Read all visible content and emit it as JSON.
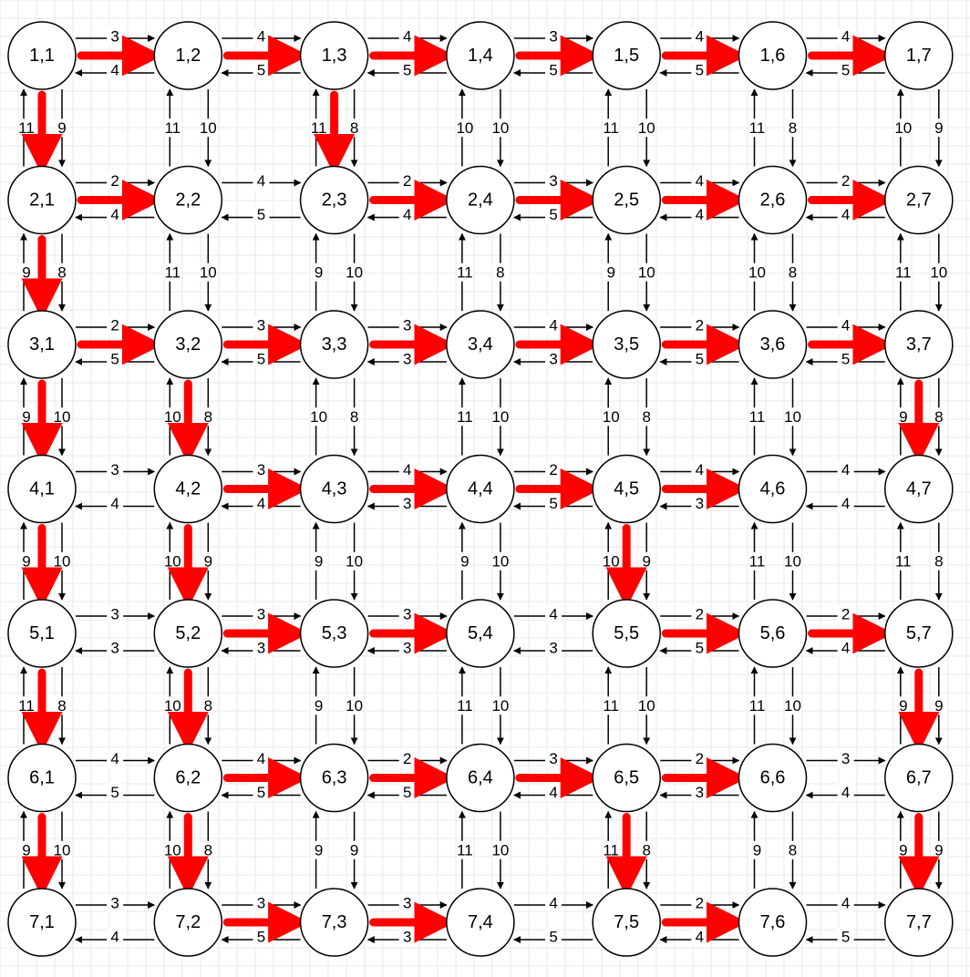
{
  "diagram": {
    "grid_size": 7,
    "colors": {
      "background": "#ffffff",
      "grid": "#e8e8e8",
      "node_stroke": "#000000",
      "edge": "#000000",
      "path": "#ff0000"
    },
    "nodes": [
      [
        "1,1",
        "1,2",
        "1,3",
        "1,4",
        "1,5",
        "1,6",
        "1,7"
      ],
      [
        "2,1",
        "2,2",
        "2,3",
        "2,4",
        "2,5",
        "2,6",
        "2,7"
      ],
      [
        "3,1",
        "3,2",
        "3,3",
        "3,4",
        "3,5",
        "3,6",
        "3,7"
      ],
      [
        "4,1",
        "4,2",
        "4,3",
        "4,4",
        "4,5",
        "4,6",
        "4,7"
      ],
      [
        "5,1",
        "5,2",
        "5,3",
        "5,4",
        "5,5",
        "5,6",
        "5,7"
      ],
      [
        "6,1",
        "6,2",
        "6,3",
        "6,4",
        "6,5",
        "6,6",
        "6,7"
      ],
      [
        "7,1",
        "7,2",
        "7,3",
        "7,4",
        "7,5",
        "7,6",
        "7,7"
      ]
    ],
    "right": [
      [
        "3",
        "4",
        "4",
        "3",
        "4",
        "4"
      ],
      [
        "2",
        "4",
        "2",
        "3",
        "4",
        "2"
      ],
      [
        "2",
        "3",
        "3",
        "4",
        "2",
        "4"
      ],
      [
        "3",
        "3",
        "4",
        "2",
        "4",
        "4"
      ],
      [
        "3",
        "3",
        "3",
        "4",
        "2",
        "2"
      ],
      [
        "4",
        "4",
        "2",
        "3",
        "2",
        "3"
      ],
      [
        "3",
        "3",
        "3",
        "4",
        "2",
        "4"
      ]
    ],
    "left": [
      [
        "4",
        "5",
        "5",
        "5",
        "5",
        "5"
      ],
      [
        "4",
        "5",
        "4",
        "5",
        "4",
        "4"
      ],
      [
        "5",
        "5",
        "3",
        "3",
        "5",
        "5"
      ],
      [
        "4",
        "4",
        "3",
        "5",
        "3",
        "4"
      ],
      [
        "3",
        "3",
        "3",
        "3",
        "5",
        "4"
      ],
      [
        "5",
        "5",
        "5",
        "4",
        "3",
        "4"
      ],
      [
        "4",
        "5",
        "3",
        "5",
        "4",
        "5"
      ]
    ],
    "down": [
      [
        "9",
        "10",
        "8",
        "10",
        "10",
        "8",
        "9"
      ],
      [
        "8",
        "10",
        "10",
        "8",
        "10",
        "8",
        "10"
      ],
      [
        "10",
        "8",
        "8",
        "10",
        "8",
        "10",
        "8"
      ],
      [
        "10",
        "9",
        "10",
        "10",
        "9",
        "10",
        "8"
      ],
      [
        "8",
        "8",
        "10",
        "10",
        "10",
        "10",
        "9"
      ],
      [
        "10",
        "8",
        "9",
        "10",
        "8",
        "8",
        "9"
      ]
    ],
    "up": [
      [
        "11",
        "11",
        "11",
        "10",
        "11",
        "11",
        "10"
      ],
      [
        "9",
        "11",
        "9",
        "11",
        "9",
        "10",
        "11"
      ],
      [
        "9",
        "10",
        "10",
        "11",
        "10",
        "11",
        "9"
      ],
      [
        "9",
        "10",
        "9",
        "9",
        "10",
        "11",
        "11"
      ],
      [
        "11",
        "10",
        "9",
        "11",
        "11",
        "11",
        "9"
      ],
      [
        "9",
        "10",
        "9",
        "11",
        "11",
        "9",
        "9"
      ]
    ],
    "path_right": [
      [
        true,
        true,
        true,
        true,
        true,
        true
      ],
      [
        true,
        false,
        true,
        true,
        true,
        true
      ],
      [
        true,
        true,
        true,
        true,
        true,
        true
      ],
      [
        false,
        true,
        true,
        true,
        true,
        false
      ],
      [
        false,
        true,
        true,
        false,
        true,
        true
      ],
      [
        false,
        true,
        true,
        true,
        true,
        false
      ],
      [
        false,
        true,
        true,
        false,
        true,
        false
      ]
    ],
    "path_down": [
      [
        true,
        false,
        true,
        false,
        false,
        false,
        false
      ],
      [
        true,
        false,
        false,
        false,
        false,
        false,
        false
      ],
      [
        true,
        true,
        false,
        false,
        false,
        false,
        true
      ],
      [
        true,
        true,
        false,
        false,
        true,
        false,
        false
      ],
      [
        true,
        true,
        false,
        false,
        false,
        false,
        true
      ],
      [
        true,
        true,
        false,
        false,
        true,
        false,
        true
      ]
    ]
  }
}
